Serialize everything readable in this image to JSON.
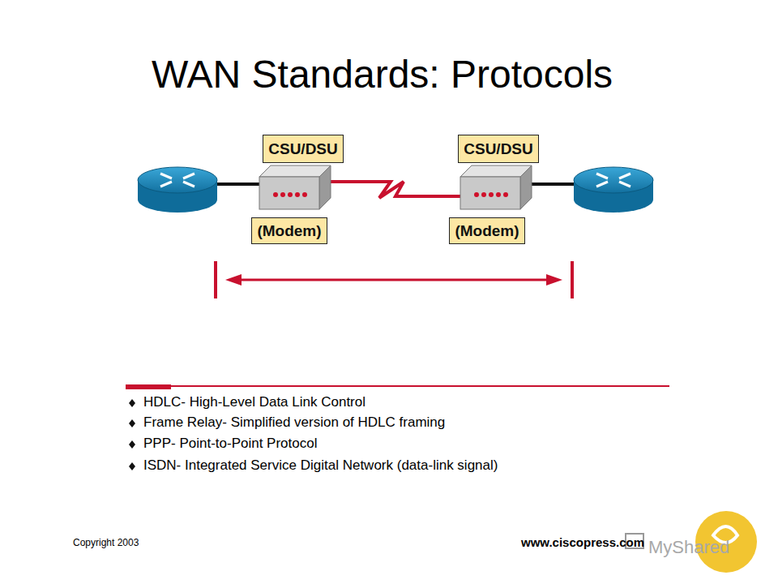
{
  "diagram": {
    "title": "WAN Standards: Protocols",
    "nodes": [
      {
        "text": [
          "CSU/DSU"
        ]
      },
      {
        "text": [
          "(Modem)"
        ]
      },
      {
        "text": [
          "CSU/DSU"
        ]
      },
      {
        "text": [
          "(Modem)"
        ]
      }
    ],
    "labels": [
      "HDLC- High-Level Data Link Control",
      "Frame Relay- Simplified version of HDLC framing",
      "PPP- Point-to-Point Protocol",
      "ISDN- Integrated Service Digital Network (data-link signal)",
      "Copyright 2003",
      "www.ciscopress.com",
      "MyShared"
    ]
  }
}
